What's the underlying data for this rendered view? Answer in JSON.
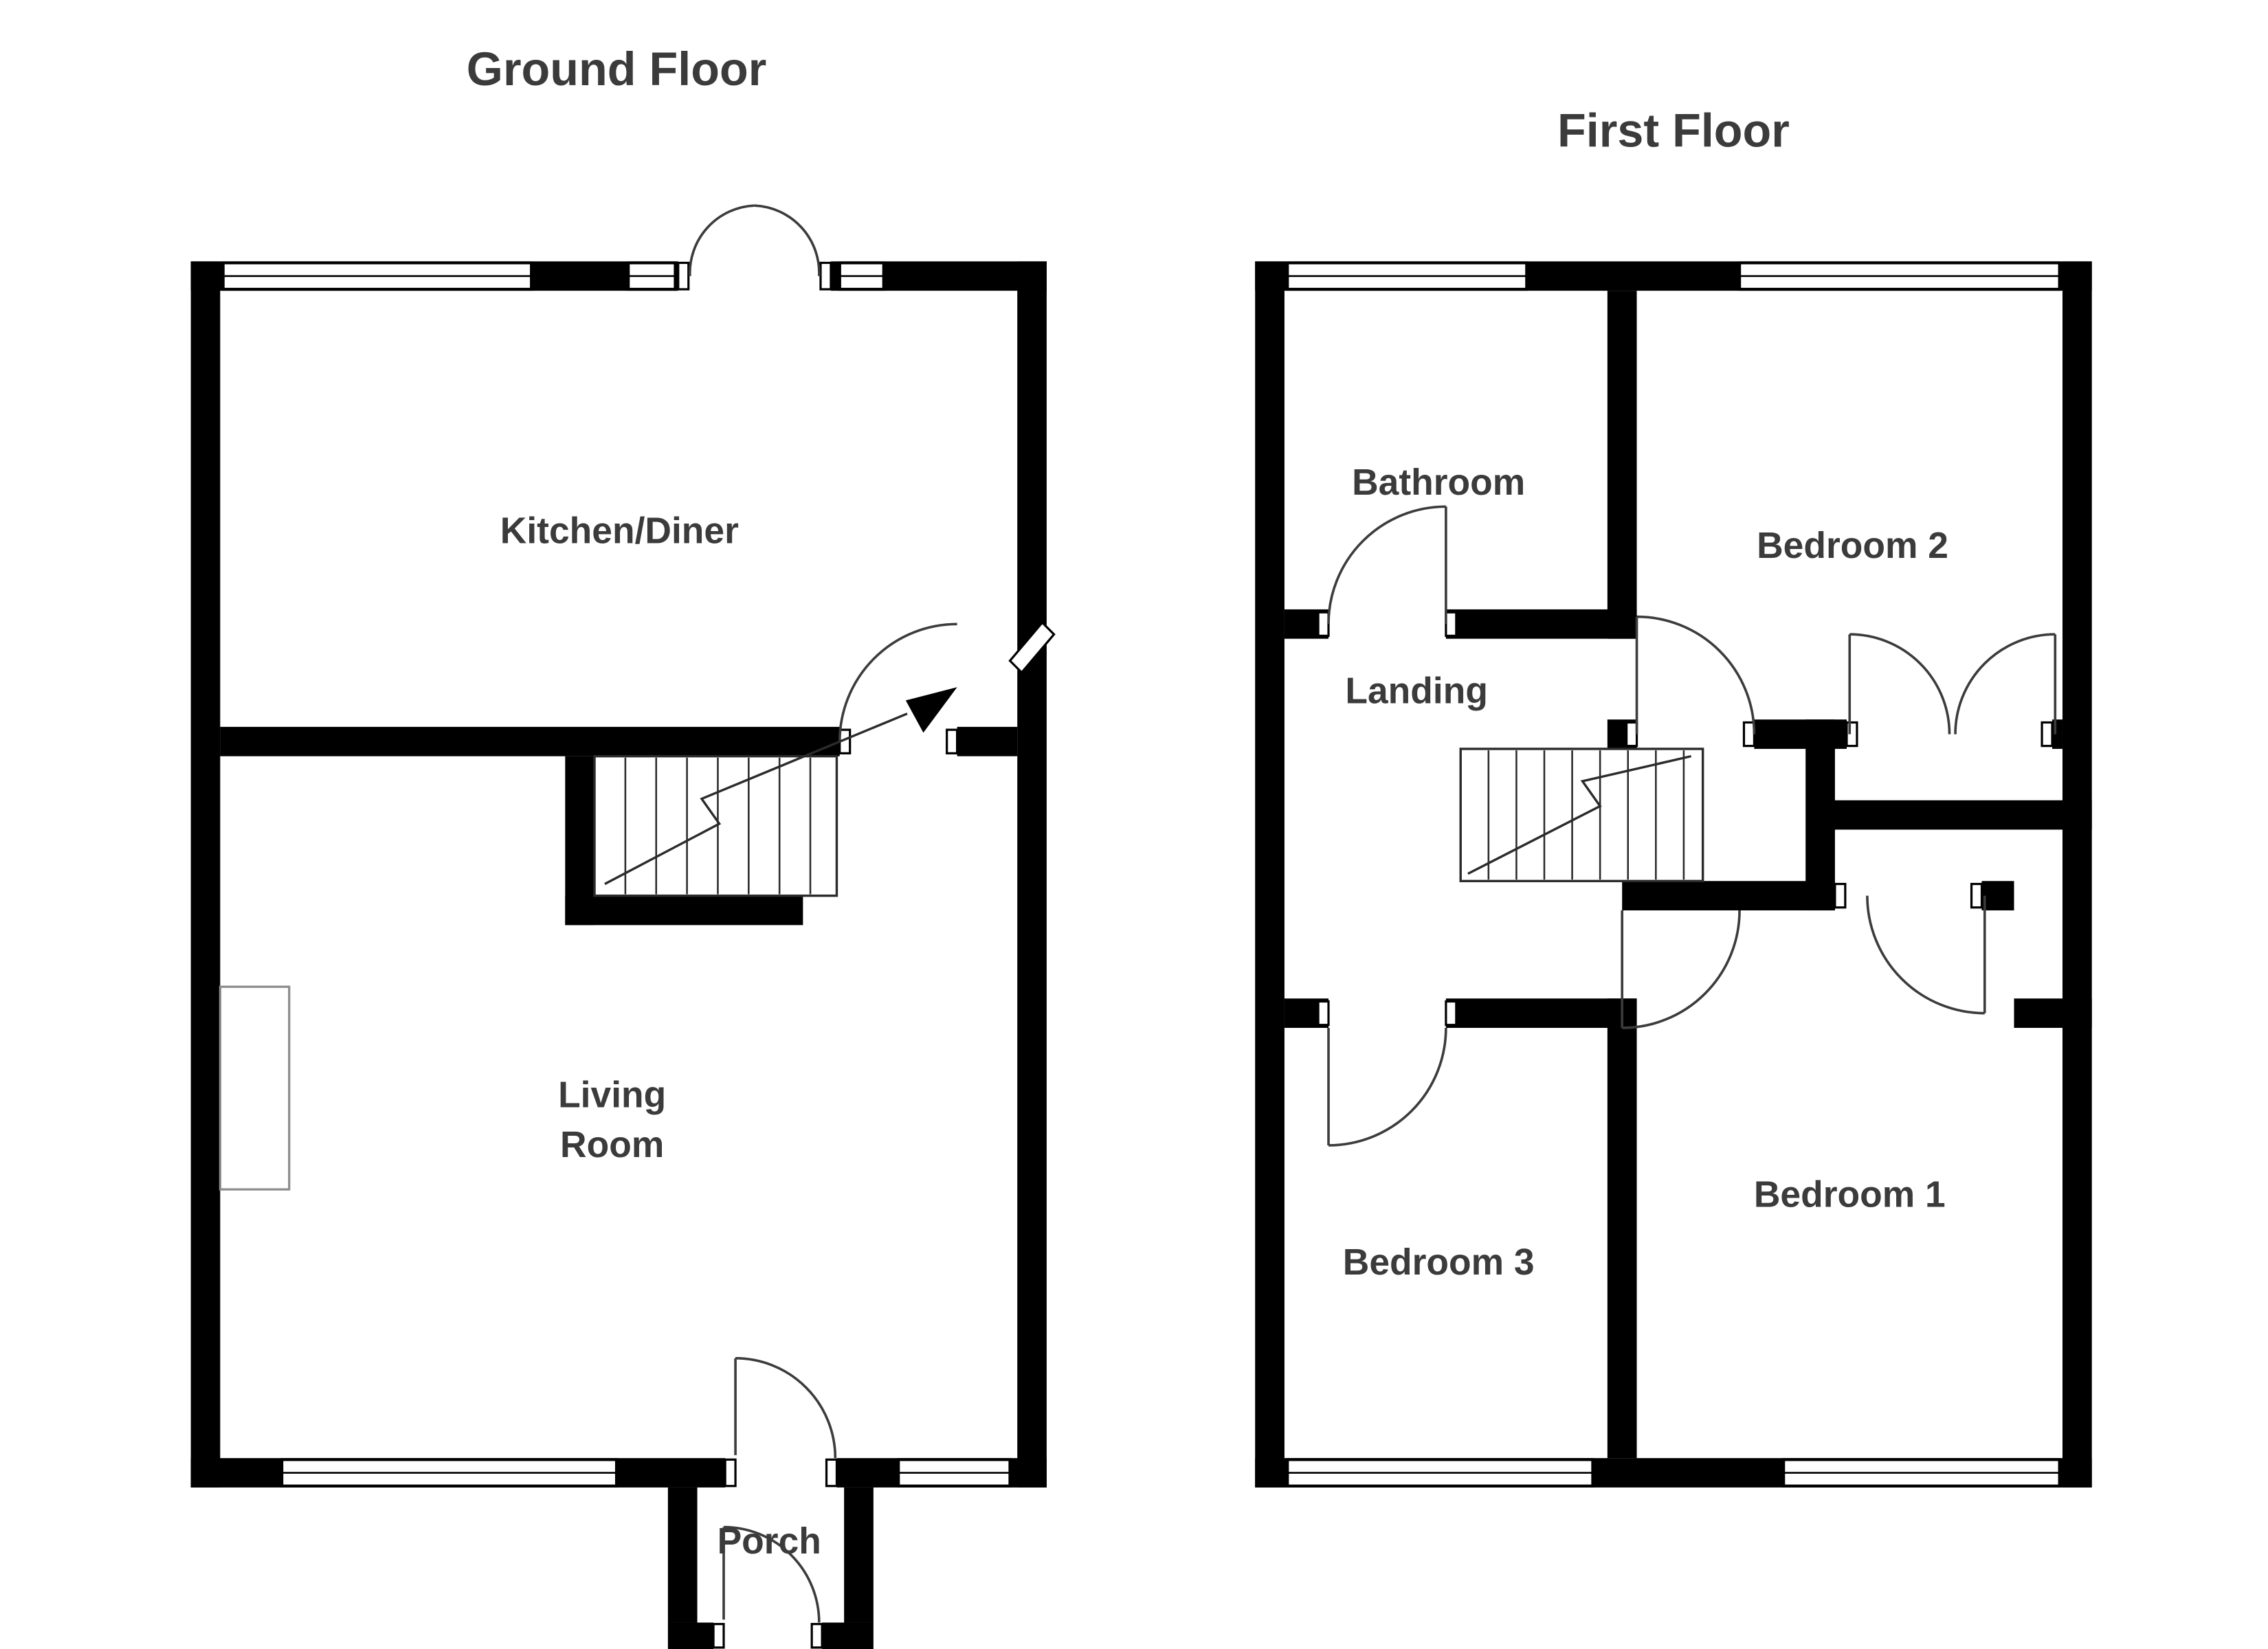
{
  "diagram": {
    "type": "house-floor-plan",
    "colors": {
      "background": "#ffffff",
      "walls": "#000000",
      "text": "#3b3b3b",
      "door_arcs": "#3c3c3c"
    },
    "ground_floor": {
      "title": "Ground Floor",
      "rooms": {
        "kitchen_diner": "Kitchen/Diner",
        "living_room": {
          "line1": "Living",
          "line2": "Room",
          "full": "Living Room"
        },
        "porch": "Porch"
      }
    },
    "first_floor": {
      "title": "First Floor",
      "rooms": {
        "bathroom": "Bathroom",
        "bedroom_2": "Bedroom 2",
        "landing": "Landing",
        "bedroom_3": "Bedroom 3",
        "bedroom_1": "Bedroom 1"
      }
    }
  }
}
